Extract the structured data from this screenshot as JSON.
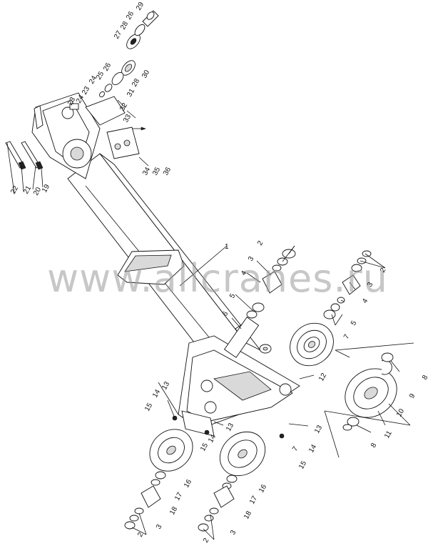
{
  "watermark": "www.allcranes.ru",
  "part_numbers": {
    "n1": "1",
    "n2a": "2",
    "n2b": "2",
    "n2c": "2",
    "n2d": "2",
    "n3a": "3",
    "n3b": "3",
    "n3c": "3",
    "n3d": "3",
    "n4a": "4",
    "n4b": "4",
    "n5a": "5",
    "n5b": "5",
    "n6": "6",
    "n7a": "7",
    "n7b": "7",
    "n8a": "8",
    "n8b": "8",
    "n9": "9",
    "n10": "10",
    "n11": "11",
    "n12": "12",
    "n13a": "13",
    "n13b": "13",
    "n13c": "13",
    "n14a": "14",
    "n14b": "14",
    "n14c": "14",
    "n15a": "15",
    "n15b": "15",
    "n15c": "15",
    "n16a": "16",
    "n16b": "16",
    "n17a": "17",
    "n17b": "17",
    "n18a": "18",
    "n18b": "18",
    "n19": "19",
    "n20": "20",
    "n21": "21",
    "n22": "22",
    "n23a": "23",
    "n23b": "23",
    "n24a": "24",
    "n24b": "24",
    "n25": "25",
    "n26a": "26",
    "n26b": "26",
    "n27": "27",
    "n28a": "28",
    "n28b": "28",
    "n29": "29",
    "n30": "30",
    "n31": "31",
    "n32": "32",
    "n33": "33",
    "n34": "34",
    "n35": "35",
    "n36": "36"
  }
}
